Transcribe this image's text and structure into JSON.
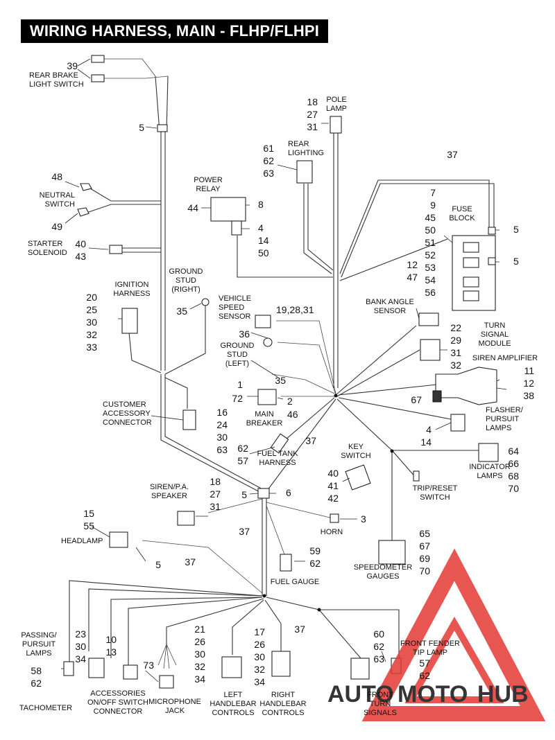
{
  "title": "WIRING HARNESS, MAIN - FLHP/FLHPI",
  "watermark": {
    "text_auto": "AUTO",
    "text_moto": "MOTO",
    "text_hub": "HUB",
    "color_red": "#e53935",
    "color_orange": "#f5b041",
    "color_gray": "#8c8c8c"
  },
  "labels": [
    {
      "id": "rear-brake-light-switch",
      "lines": [
        "REAR BRAKE",
        "LIGHT SWITCH"
      ],
      "nums": [
        "39"
      ]
    },
    {
      "id": "ref-5-top",
      "lines": [],
      "nums": [
        "5"
      ]
    },
    {
      "id": "neutral-switch",
      "lines": [
        "NEUTRAL",
        "SWITCH"
      ],
      "nums": [
        "48",
        "49"
      ]
    },
    {
      "id": "starter-solenoid",
      "lines": [
        "STARTER",
        "SOLENOID"
      ],
      "nums": [
        "40",
        "43"
      ]
    },
    {
      "id": "power-relay",
      "lines": [
        "POWER",
        "RELAY"
      ],
      "nums": [
        "44",
        "8",
        "4",
        "14",
        "50"
      ]
    },
    {
      "id": "pole-lamp",
      "lines": [
        "POLE",
        "LAMP"
      ],
      "nums": [
        "18",
        "27",
        "31"
      ]
    },
    {
      "id": "rear-lighting",
      "lines": [
        "REAR",
        "LIGHTING"
      ],
      "nums": [
        "61",
        "62",
        "63"
      ]
    },
    {
      "id": "fuse-block",
      "lines": [
        "FUSE",
        "BLOCK"
      ],
      "nums": [
        "7",
        "9",
        "45",
        "50",
        "51",
        "52",
        "53",
        "54",
        "56",
        "5",
        "5",
        "37"
      ]
    },
    {
      "id": "ground-stud-right",
      "lines": [
        "GROUND",
        "STUD",
        "(RIGHT)"
      ],
      "nums": [
        "35"
      ]
    },
    {
      "id": "ignition-harness",
      "lines": [
        "IGNITION",
        "HARNESS"
      ],
      "nums": [
        "20",
        "25",
        "30",
        "32",
        "33"
      ]
    },
    {
      "id": "vehicle-speed-sensor",
      "lines": [
        "VEHICLE",
        "SPEED",
        "SENSOR"
      ],
      "nums": [
        "19,28,31"
      ]
    },
    {
      "id": "ground-stud-left",
      "lines": [
        "GROUND",
        "STUD",
        "(LEFT)"
      ],
      "nums": [
        "36",
        "35"
      ]
    },
    {
      "id": "bank-angle-sensor",
      "lines": [
        "BANK ANGLE",
        "SENSOR"
      ],
      "nums": [
        "12",
        "47"
      ]
    },
    {
      "id": "turn-signal-module",
      "lines": [
        "TURN",
        "SIGNAL",
        "MODULE"
      ],
      "nums": [
        "22",
        "29",
        "31",
        "32"
      ]
    },
    {
      "id": "siren-amplifier",
      "lines": [
        "SIREN AMPLIFIER"
      ],
      "nums": [
        "11",
        "12",
        "38",
        "67"
      ]
    },
    {
      "id": "main-breaker",
      "lines": [
        "MAIN",
        "BREAKER"
      ],
      "nums": [
        "1",
        "72",
        "2",
        "46"
      ]
    },
    {
      "id": "customer-accessory-connector",
      "lines": [
        "CUSTOMER",
        "ACCESSORY",
        "CONNECTOR"
      ],
      "nums": [
        "16",
        "24",
        "30",
        "63"
      ]
    },
    {
      "id": "flasher-pursuit-lamps",
      "lines": [
        "FLASHER/",
        "PURSUIT",
        "LAMPS"
      ],
      "nums": [
        "4",
        "14"
      ]
    },
    {
      "id": "fuel-tank-harness",
      "lines": [
        "FUEL TANK",
        "HARNESS"
      ],
      "nums": [
        "62",
        "57",
        "37"
      ]
    },
    {
      "id": "key-switch",
      "lines": [
        "KEY",
        "SWITCH"
      ],
      "nums": [
        "40",
        "41",
        "42"
      ]
    },
    {
      "id": "indicator-lamps",
      "lines": [
        "INDICATOR",
        "LAMPS"
      ],
      "nums": [
        "64",
        "66",
        "68",
        "70"
      ]
    },
    {
      "id": "trip-reset-switch",
      "lines": [
        "TRIP/RESET",
        "SWITCH"
      ],
      "nums": []
    },
    {
      "id": "siren-pa-speaker",
      "lines": [
        "SIREN/P.A.",
        "SPEAKER"
      ],
      "nums": [
        "18",
        "27",
        "31",
        "5",
        "6"
      ]
    },
    {
      "id": "headlamp",
      "lines": [
        "HEADLAMP"
      ],
      "nums": [
        "15",
        "55",
        "5",
        "37",
        "37"
      ]
    },
    {
      "id": "horn",
      "lines": [
        "HORN"
      ],
      "nums": [
        "3"
      ]
    },
    {
      "id": "fuel-gauge",
      "lines": [
        "FUEL GAUGE"
      ],
      "nums": [
        "59",
        "62"
      ]
    },
    {
      "id": "speedometer-gauges",
      "lines": [
        "SPEEDOMETER",
        "GAUGES"
      ],
      "nums": [
        "65",
        "67",
        "69",
        "70"
      ]
    },
    {
      "id": "passing-pursuit-lamps",
      "lines": [
        "PASSING/",
        "PURSUIT",
        "LAMPS"
      ],
      "nums": [
        "58",
        "62"
      ]
    },
    {
      "id": "tachometer",
      "lines": [
        "TACHOMETER"
      ],
      "nums": [
        "23",
        "30",
        "34"
      ]
    },
    {
      "id": "accessories-switch-connector",
      "lines": [
        "ACCESSORIES",
        "ON/OFF SWITCH",
        "CONNECTOR"
      ],
      "nums": [
        "10",
        "13"
      ]
    },
    {
      "id": "microphone-jack",
      "lines": [
        "MICROPHONE",
        "JACK"
      ],
      "nums": [
        "73"
      ]
    },
    {
      "id": "left-handlebar-controls",
      "lines": [
        "LEFT",
        "HANDLEBAR",
        "CONTROLS"
      ],
      "nums": [
        "21",
        "26",
        "30",
        "32",
        "34"
      ]
    },
    {
      "id": "right-handlebar-controls",
      "lines": [
        "RIGHT",
        "HANDLEBAR",
        "CONTROLS"
      ],
      "nums": [
        "17",
        "26",
        "30",
        "32",
        "34",
        "37"
      ]
    },
    {
      "id": "front-turn-signals",
      "lines": [
        "FRONT",
        "TURN",
        "SIGNALS"
      ],
      "nums": []
    },
    {
      "id": "front-fender-tip-lamp",
      "lines": [
        "FRONT FENDER",
        "TIP LAMP"
      ],
      "nums": [
        "60",
        "62",
        "63",
        "57",
        "62"
      ]
    }
  ]
}
